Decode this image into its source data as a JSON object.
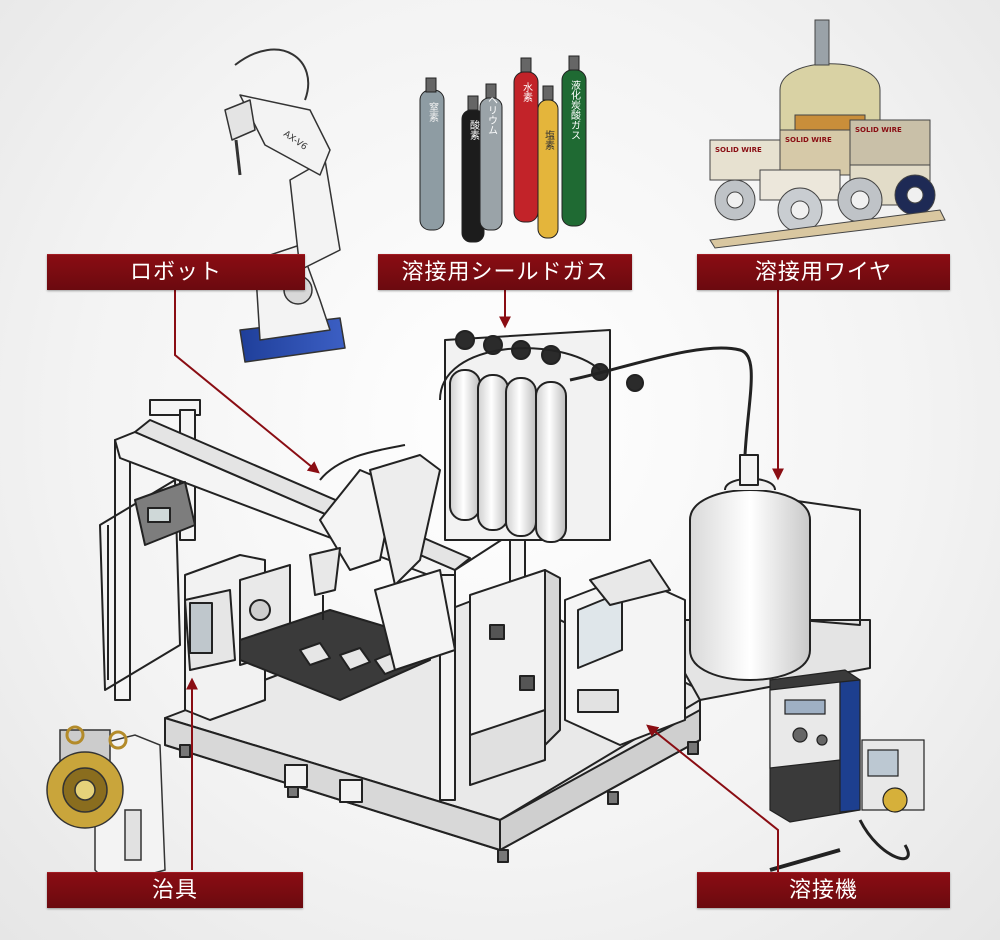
{
  "labels": {
    "robot": "ロボット",
    "shield_gas": "溶接用シールドガス",
    "wire": "溶接用ワイヤ",
    "jig": "治具",
    "welder": "溶接機"
  },
  "gas_cylinders": [
    "窒素",
    "酸素",
    "ヘリウム",
    "水素",
    "塩素",
    "液化炭酸ガス"
  ],
  "robot_model": "AX-V6",
  "wire_packaging": [
    "SOLID WIRE",
    "SOLID WIRE",
    "SOLID WIRE"
  ],
  "colors": {
    "label_bg": "#7a0c12",
    "arrow": "#8a0d13",
    "robot_body": "#f4f4f4",
    "robot_base": "#2f4da8",
    "cell_frame": "#f2f2f2",
    "outline": "#222222"
  }
}
